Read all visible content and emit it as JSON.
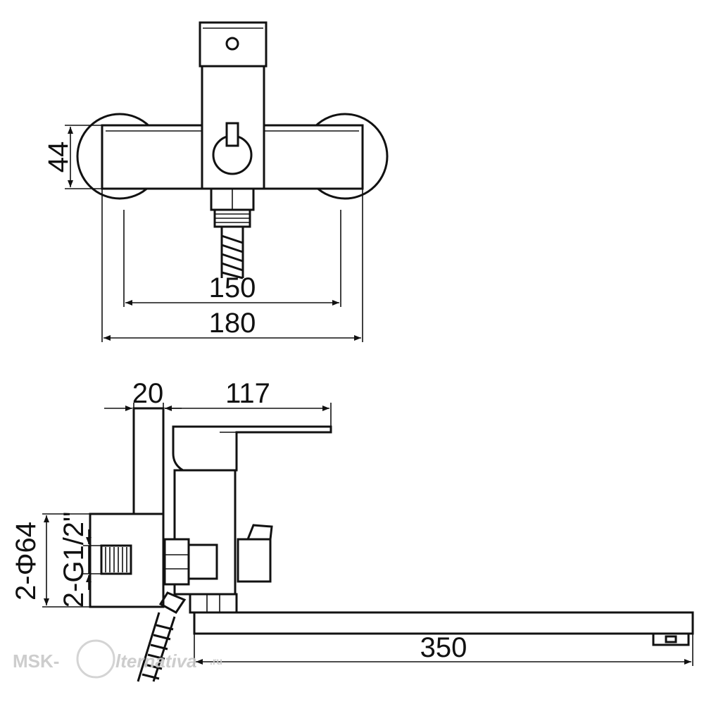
{
  "dimensions": {
    "height_44": "44",
    "width_150": "150",
    "width_180": "180",
    "depth_20": "20",
    "depth_117": "117",
    "spout_350": "350",
    "phi_64": "2-Φ64",
    "thread_g12": "2-G1/2\""
  },
  "watermark": {
    "prefix": "MSK-",
    "suffix": "lternativa",
    "domain": ".ru"
  },
  "colors": {
    "line": "#111111",
    "watermark": "#c8c8c8"
  }
}
